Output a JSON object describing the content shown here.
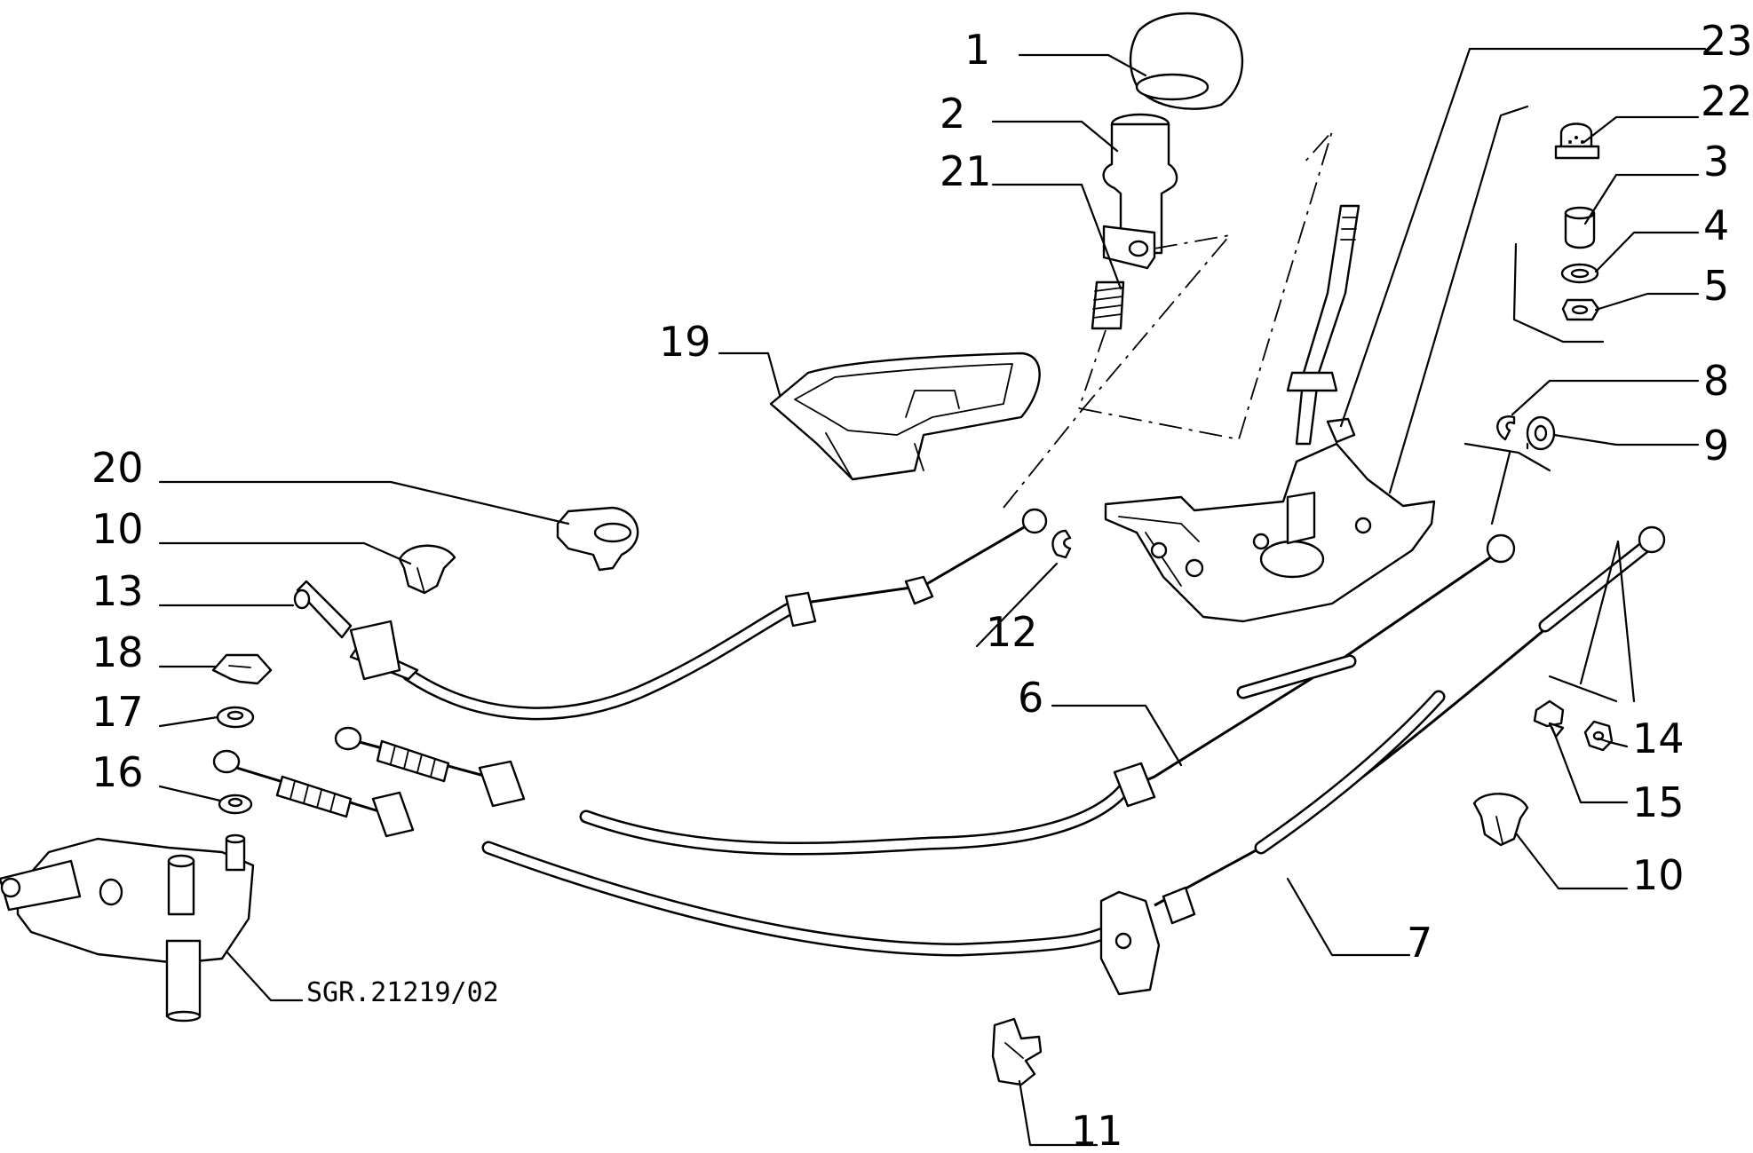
{
  "diagram": {
    "reference_code": "SGR.21219/02",
    "callouts": [
      {
        "id": "c1",
        "text": "1"
      },
      {
        "id": "c2",
        "text": "2"
      },
      {
        "id": "c21",
        "text": "21"
      },
      {
        "id": "c22",
        "text": "22"
      },
      {
        "id": "c23",
        "text": "23"
      },
      {
        "id": "c3",
        "text": "3"
      },
      {
        "id": "c4",
        "text": "4"
      },
      {
        "id": "c5",
        "text": "5"
      },
      {
        "id": "c8",
        "text": "8"
      },
      {
        "id": "c9",
        "text": "9"
      },
      {
        "id": "c19",
        "text": "19"
      },
      {
        "id": "c20",
        "text": "20"
      },
      {
        "id": "c10a",
        "text": "10"
      },
      {
        "id": "c13",
        "text": "13"
      },
      {
        "id": "c12",
        "text": "12"
      },
      {
        "id": "c18",
        "text": "18"
      },
      {
        "id": "c17",
        "text": "17"
      },
      {
        "id": "c16",
        "text": "16"
      },
      {
        "id": "c6",
        "text": "6"
      },
      {
        "id": "c14",
        "text": "14"
      },
      {
        "id": "c15",
        "text": "15"
      },
      {
        "id": "c10b",
        "text": "10"
      },
      {
        "id": "c7",
        "text": "7"
      },
      {
        "id": "c11",
        "text": "11"
      }
    ]
  }
}
